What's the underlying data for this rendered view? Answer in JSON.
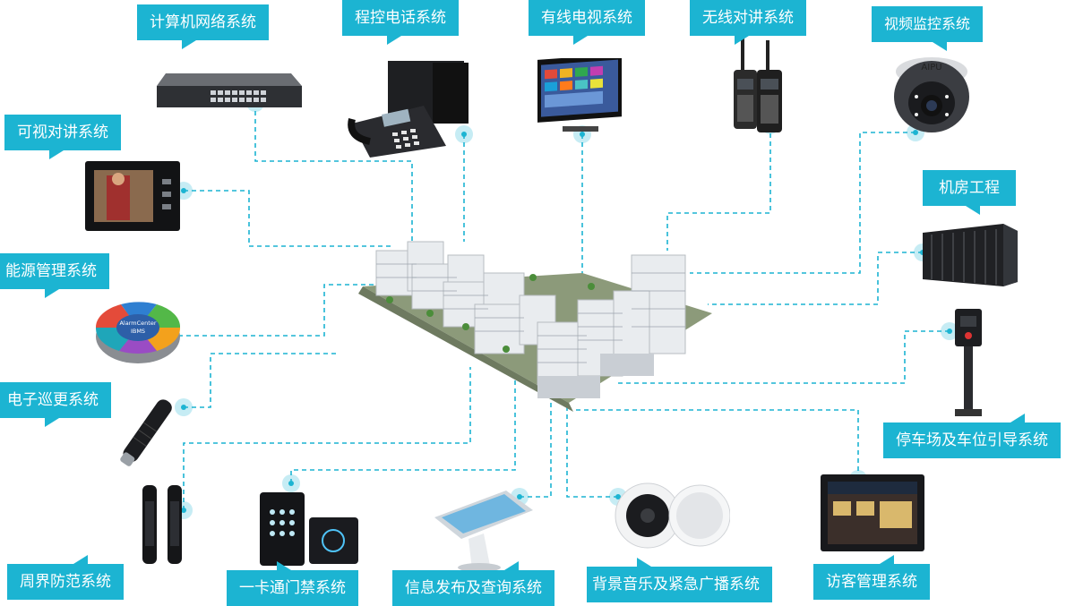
{
  "labels": {
    "network": "计算机网络系统",
    "pbx": "程控电话系统",
    "cable_tv": "有线电视系统",
    "radio": "无线对讲系统",
    "cctv": "视频监控系统",
    "video_intercom": "可视对讲系统",
    "machine_room": "机房工程",
    "energy": "能源管理系统",
    "patrol": "电子巡更系统",
    "parking": "停车场及车位引导系统",
    "perimeter": "周界防范系统",
    "access": "一卡通门禁系统",
    "info_release": "信息发布及查询系统",
    "music": "背景音乐及紧急广播系统",
    "visitor": "访客管理系统"
  },
  "device_text": {
    "camera_brand": "AIPU",
    "alarm_center": "AlarmCenter",
    "ibms": "IBMS"
  },
  "colors": {
    "accent": "#1cb4d2",
    "line": "#1cb4d2"
  }
}
